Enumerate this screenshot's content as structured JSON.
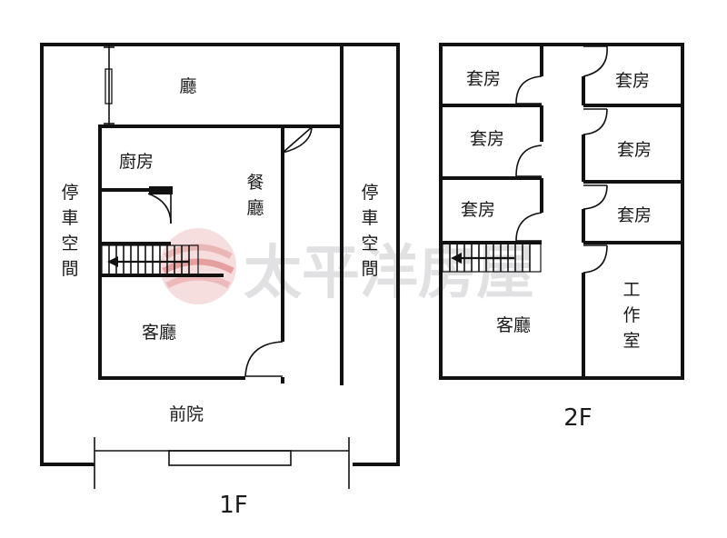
{
  "floor_1": {
    "label": "1F",
    "rooms": {
      "hall": "廳",
      "kitchen": "廚房",
      "dining": [
        "餐",
        "廳"
      ],
      "parking_left": [
        "停",
        "車",
        "空",
        "間"
      ],
      "parking_right": [
        "停",
        "車",
        "空",
        "間"
      ],
      "living": "客廳",
      "front_yard": "前院"
    }
  },
  "floor_2": {
    "label": "2F",
    "rooms": {
      "suite_left_1": "套房",
      "suite_left_2": "套房",
      "suite_left_3": "套房",
      "suite_right_1": "套房",
      "suite_right_2": "套房",
      "suite_right_3": "套房",
      "living": "客廳",
      "studio": [
        "工",
        "作",
        "室"
      ]
    }
  },
  "watermark": {
    "text": "太平洋房屋",
    "logo_colors": [
      "#e7a8a8",
      "#d96b6b"
    ]
  }
}
